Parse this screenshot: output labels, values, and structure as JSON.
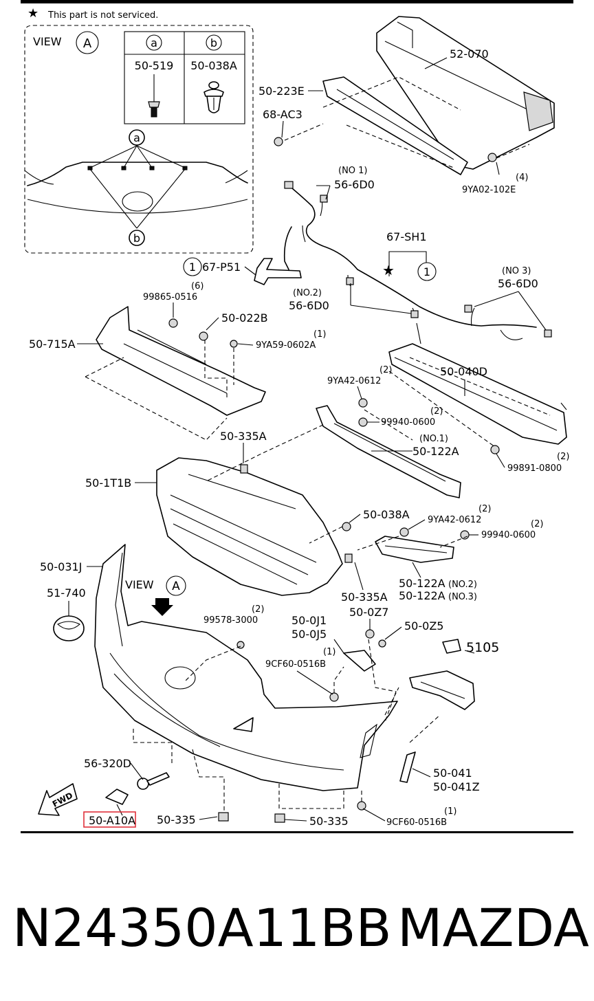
{
  "header": {
    "legend_star": "★",
    "legend_text": "This part is not serviced."
  },
  "inset": {
    "view_word": "VIEW",
    "view_letter": "A",
    "col_a": "a",
    "col_b": "b",
    "part_a": "50-519",
    "part_b": "50-038A",
    "callout_a": "a",
    "callout_b": "b"
  },
  "labels": {
    "reinforcement": "52-070",
    "reinf_bracket": "50-223E",
    "bolt_68": "68-AC3",
    "bolt_9ya02": "9YA02-102E",
    "bolt_9ya02_qty": "(4)",
    "harness_no1": "(NO 1)",
    "harness_no1_part": "56-6D0",
    "harness_67sh1": "67-SH1",
    "harness_67sh1_star": "★",
    "harness_67sh1_circle": "1",
    "p51_circle": "1",
    "p51_part": "67-P51",
    "harness_no2": "(NO.2)",
    "harness_no2_part": "56-6D0",
    "harness_no3": "(NO 3)",
    "harness_no3_part": "56-6D0",
    "clip_99865_qty": "(6)",
    "clip_99865": "99865-0516",
    "clip_022b": "50-022B",
    "bolt_9ya59_qty": "(1)",
    "bolt_9ya59": "9YA59-0602A",
    "shroud_715a": "50-715A",
    "bolt_9ya42_qty": "(2)",
    "bolt_9ya42": "9YA42-0612",
    "lower_reinf": "50-040D",
    "nut_99940_qty": "(2)",
    "nut_99940": "99940-0600",
    "bracket_no1": "(NO.1)",
    "bracket_no1_part": "50-122A",
    "nut_99891_qty": "(2)",
    "nut_99891": "99891-0800",
    "clip_335a_top": "50-335A",
    "grille": "50-1T1B",
    "clip_038a": "50-038A",
    "bolt_9ya42b_qty": "(2)",
    "bolt_9ya42b": "9YA42-0612",
    "nut_99940b_qty": "(2)",
    "nut_99940b": "99940-0600",
    "bumper": "50-031J",
    "emblem": "51-740",
    "view_word2": "VIEW",
    "view_letter2": "A",
    "clip_335a_bot": "50-335A",
    "bracket_no2_part": "50-122A",
    "bracket_no2": "(NO.2)",
    "bracket_no3_part": "50-122A",
    "bracket_no3": "(NO.3)",
    "clip_99578_qty": "(2)",
    "clip_99578": "99578-3000",
    "bracket_0j1": "50-0J1",
    "bracket_0j5": "50-0J5",
    "clip_0z7": "50-0Z7",
    "clip_0z5": "50-0Z5",
    "bolt_9cf60_qty": "(1)",
    "bolt_9cf60": "9CF60-0516B",
    "lamp_ref": "5105",
    "molding_041": "50-041",
    "molding_041z": "50-041Z",
    "hook_320d": "56-320D",
    "fwd": "FWD",
    "cap_a10a": "50-A10A",
    "nut_335_left": "50-335",
    "nut_335_right": "50-335",
    "bolt_9cf60b_qty": "(1)",
    "bolt_9cf60b": "9CF60-0516B"
  },
  "highlight": {
    "part": "50-A10A",
    "color": "#e0303a"
  },
  "footer": {
    "part_number": "N24350A11BB",
    "brand": "MAZDA"
  }
}
